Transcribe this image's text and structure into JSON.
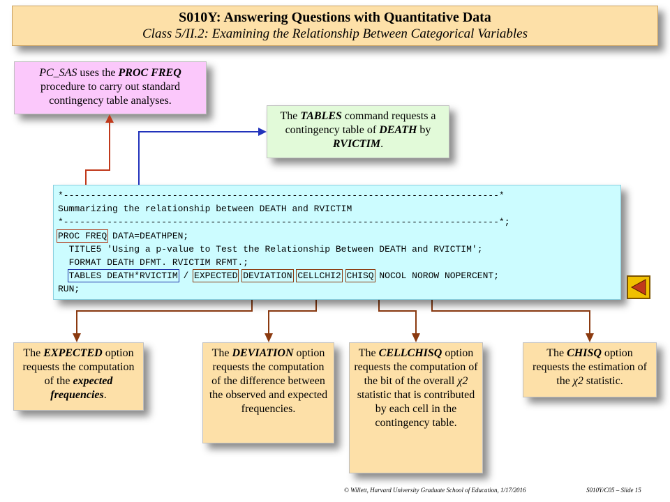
{
  "title": {
    "line1": "S010Y: Answering Questions with Quantitative Data",
    "line2": "Class 5/II.2:  Examining the Relationship Between Categorical Variables"
  },
  "callouts": {
    "proc_freq": {
      "a": "PC_SAS",
      "b": " uses the ",
      "c": "PROC FREQ",
      "d": " procedure to carry out standard contingency table analyses."
    },
    "tables": {
      "a": "The ",
      "b": "TABLES",
      "c": " command requests a contingency table of ",
      "d": "DEATH",
      "e": " by ",
      "f": "RVICTIM",
      "g": "."
    }
  },
  "code": {
    "line1": "*--------------------------------------------------------------------------------*",
    "line2": "Summarizing the relationship between DEATH and RVICTIM",
    "line3": "*--------------------------------------------------------------------------------*;",
    "proc_freq": "PROC FREQ",
    "line4_rest": " DATA=DEATHPEN;",
    "line5": "  TITLE5 'Using a p-value to Test the Relationship Between DEATH and RVICTIM';",
    "line6": "  FORMAT DEATH DFMT. RVICTIM RFMT.;",
    "tables": "TABLES DEATH*RVICTIM",
    "slash": " / ",
    "expected": "EXPECTED",
    "deviation": "DEVIATION",
    "cellchi2": "CELLCHI2",
    "chisq": "CHISQ",
    "line7_rest": " NOCOL NOROW NOPERCENT;",
    "line8": "RUN;"
  },
  "notes": {
    "expected": {
      "a": "The ",
      "b": "EXPECTED",
      "c": " option requests the computation of the ",
      "d": "expected frequencies",
      "e": "."
    },
    "deviation": {
      "a": "The ",
      "b": "DEVIATION",
      "c": " option requests the computation of the difference between the observed and expected frequencies."
    },
    "cellchisq": {
      "a": "The ",
      "b": "CELLCHISQ",
      "c": " option requests the computation of the bit of the overall ",
      "d": "χ2",
      "e": " statistic that is contributed by each cell in the contingency table."
    },
    "chisq": {
      "a": "The ",
      "b": "CHISQ",
      "c": " option requests the estimation of the ",
      "d": "χ2",
      "e": " statistic."
    }
  },
  "footer": {
    "left": "© Willett, Harvard University Graduate School of Education, 1/17/2016",
    "right": "S010Y/C05 – Slide 15"
  },
  "colors": {
    "title_bg": "#fde0a8",
    "pink_bg": "#fbc8fb",
    "green_bg": "#e2fad9",
    "code_bg": "#ccfcff",
    "red_connector": "#c0391b",
    "blue_connector": "#2233bb",
    "brown_connector": "#8b3a10"
  },
  "icons": {
    "nav": "back-arrow-icon"
  }
}
